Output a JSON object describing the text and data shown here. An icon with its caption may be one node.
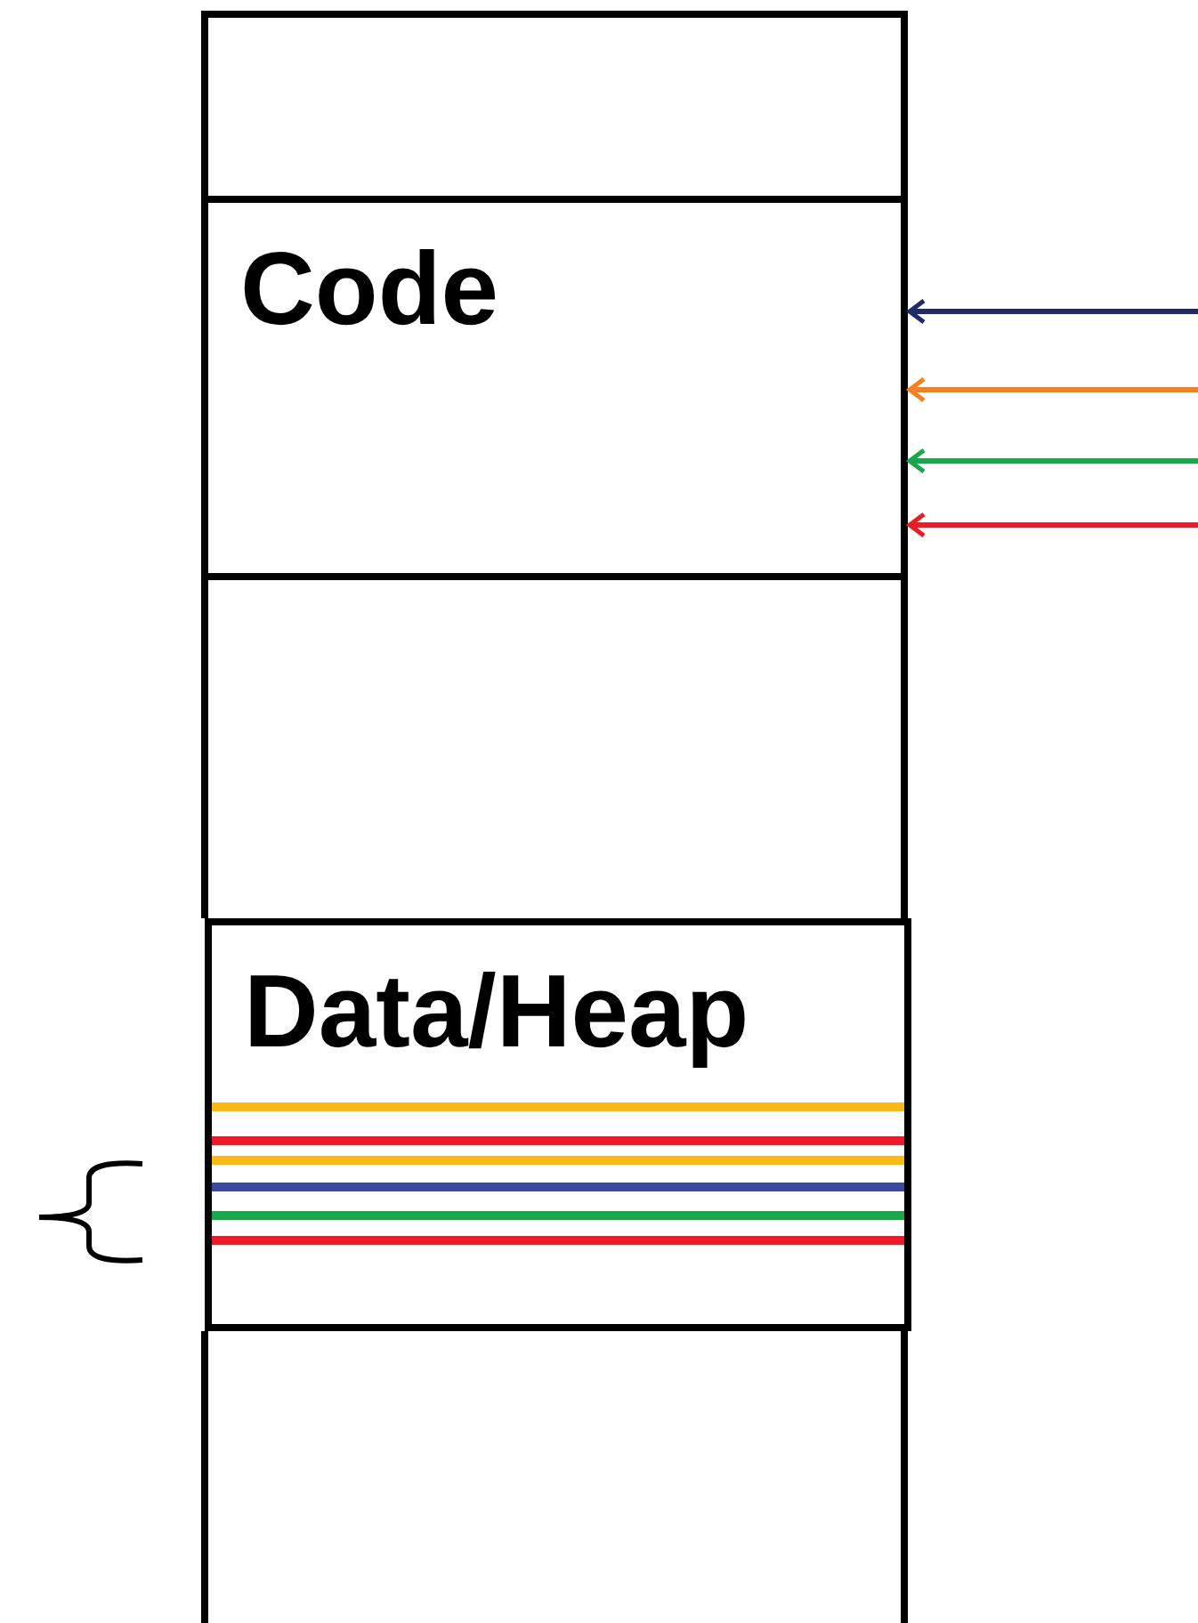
{
  "diagram": {
    "nodes": [
      {
        "text": [],
        "shape": "box"
      },
      {
        "text": [
          "Code"
        ]
      },
      {
        "text": [],
        "shape": "box"
      },
      {
        "text": [
          "Data/Heap"
        ]
      },
      {
        "text": [],
        "shape": "box"
      }
    ],
    "edges": [
      {
        "from": null,
        "to": 1,
        "arrow": "to",
        "color": "#1f2a6b"
      },
      {
        "from": null,
        "to": 1,
        "arrow": "to",
        "color": "#f58220"
      },
      {
        "from": null,
        "to": 1,
        "arrow": "to",
        "color": "#1aa64a"
      },
      {
        "from": null,
        "to": 1,
        "arrow": "to",
        "color": "#ed1c24"
      }
    ]
  }
}
